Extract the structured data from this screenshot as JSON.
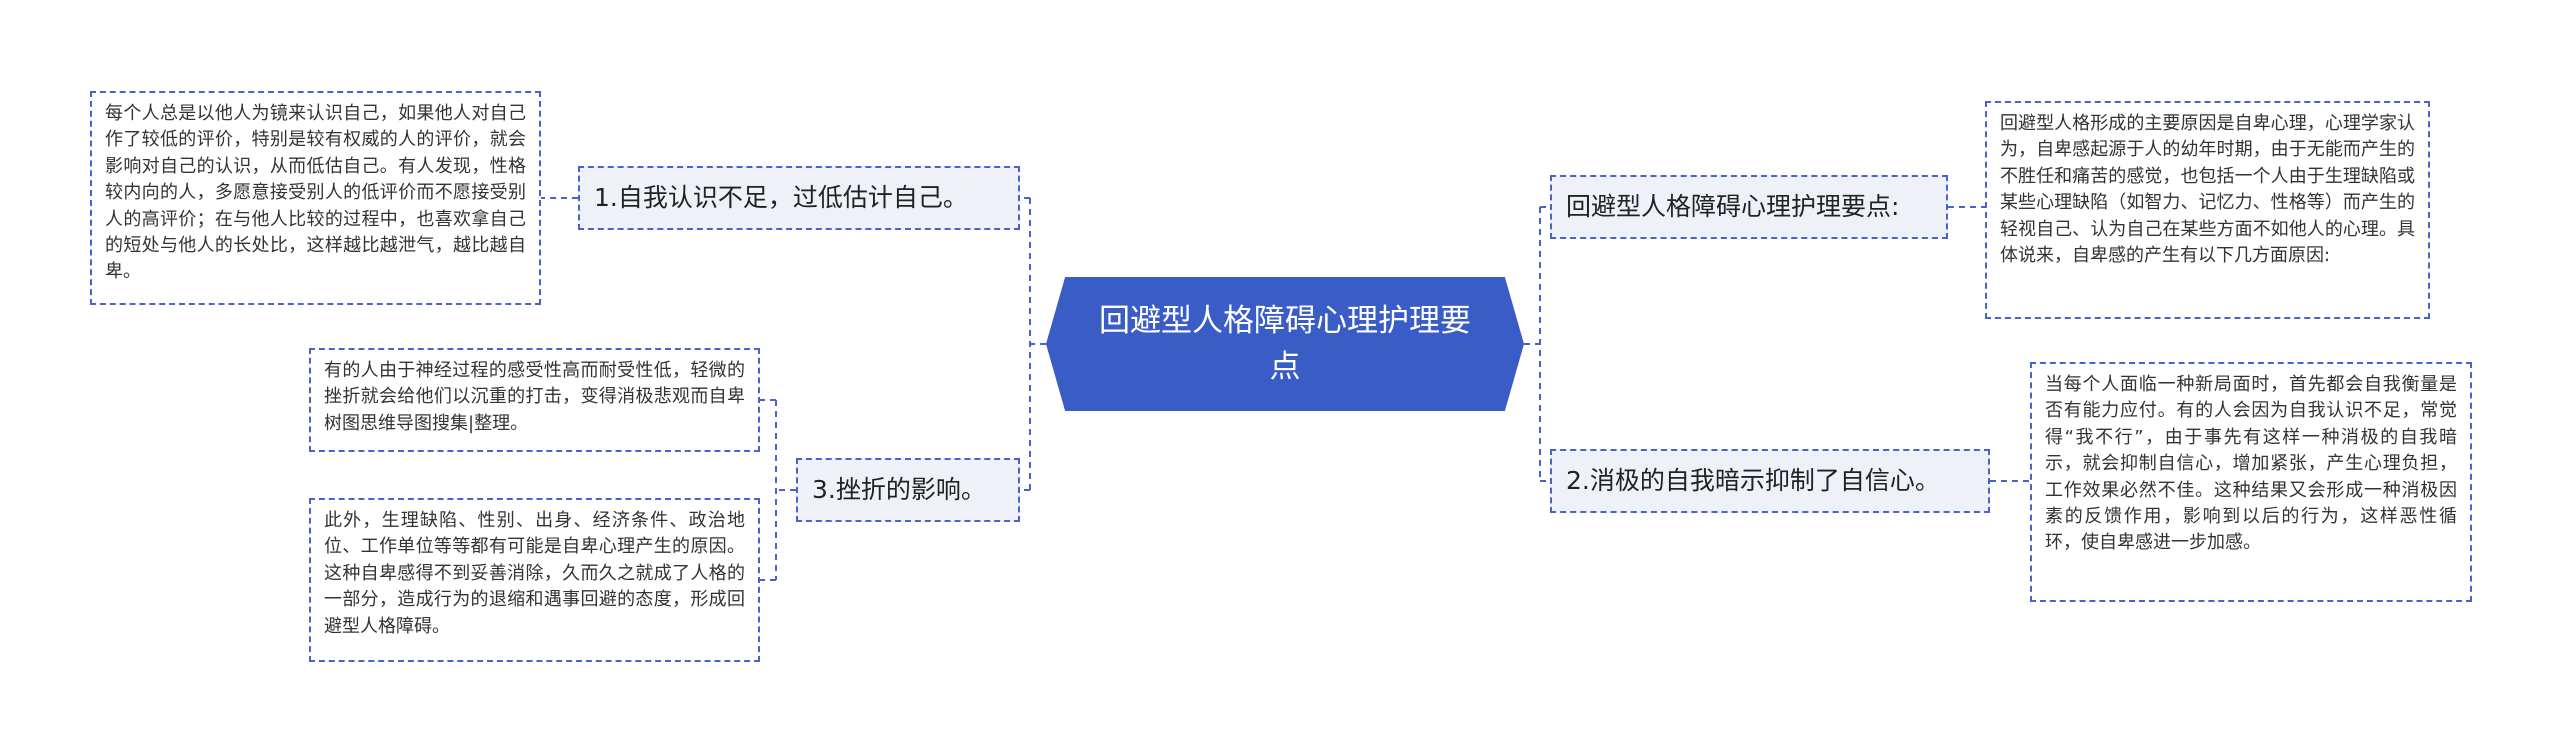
{
  "root": {
    "title": "回避型人格障碍心理护理要点"
  },
  "colors": {
    "root_fill": "#3a5cc7",
    "branch_line": "#4a63c8",
    "topic_fill": "#eef1f8"
  },
  "left": [
    {
      "label": "1.自我认识不足，过低估计自己。",
      "notes": [
        "每个人总是以他人为镜来认识自己，如果他人对自己作了较低的评价，特别是较有权威的人的评价，就会影响对自己的认识，从而低估自己。有人发现，性格较内向的人，多愿意接受别人的低评价而不愿接受别人的高评价；在与他人比较的过程中，也喜欢拿自己的短处与他人的长处比，这样越比越泄气，越比越自卑。"
      ]
    },
    {
      "label": "3.挫折的影响。",
      "notes": [
        "有的人由于神经过程的感受性高而耐受性低，轻微的挫折就会给他们以沉重的打击，变得消极悲观而自卑树图思维导图搜集|整理。",
        "此外，生理缺陷、性别、出身、经济条件、政治地位、工作单位等等都有可能是自卑心理产生的原因。这种自卑感得不到妥善消除，久而久之就成了人格的一部分，造成行为的退缩和遇事回避的态度，形成回避型人格障碍。"
      ]
    }
  ],
  "right": [
    {
      "label": "回避型人格障碍心理护理要点:",
      "notes": [
        "回避型人格形成的主要原因是自卑心理，心理学家认为，自卑感起源于人的幼年时期，由于无能而产生的不胜任和痛苦的感觉，也包括一个人由于生理缺陷或某些心理缺陷（如智力、记忆力、性格等）而产生的轻视自己、认为自己在某些方面不如他人的心理。具体说来，自卑感的产生有以下几方面原因:"
      ]
    },
    {
      "label": "2.消极的自我暗示抑制了自信心。",
      "notes": [
        "当每个人面临一种新局面时，首先都会自我衡量是否有能力应付。有的人会因为自我认识不足，常觉得“我不行”，由于事先有这样一种消极的自我暗示，就会抑制自信心，增加紧张，产生心理负担，工作效果必然不佳。这种结果又会形成一种消极因素的反馈作用，影响到以后的行为，这样恶性循环，使自卑感进一步加感。"
      ]
    }
  ]
}
